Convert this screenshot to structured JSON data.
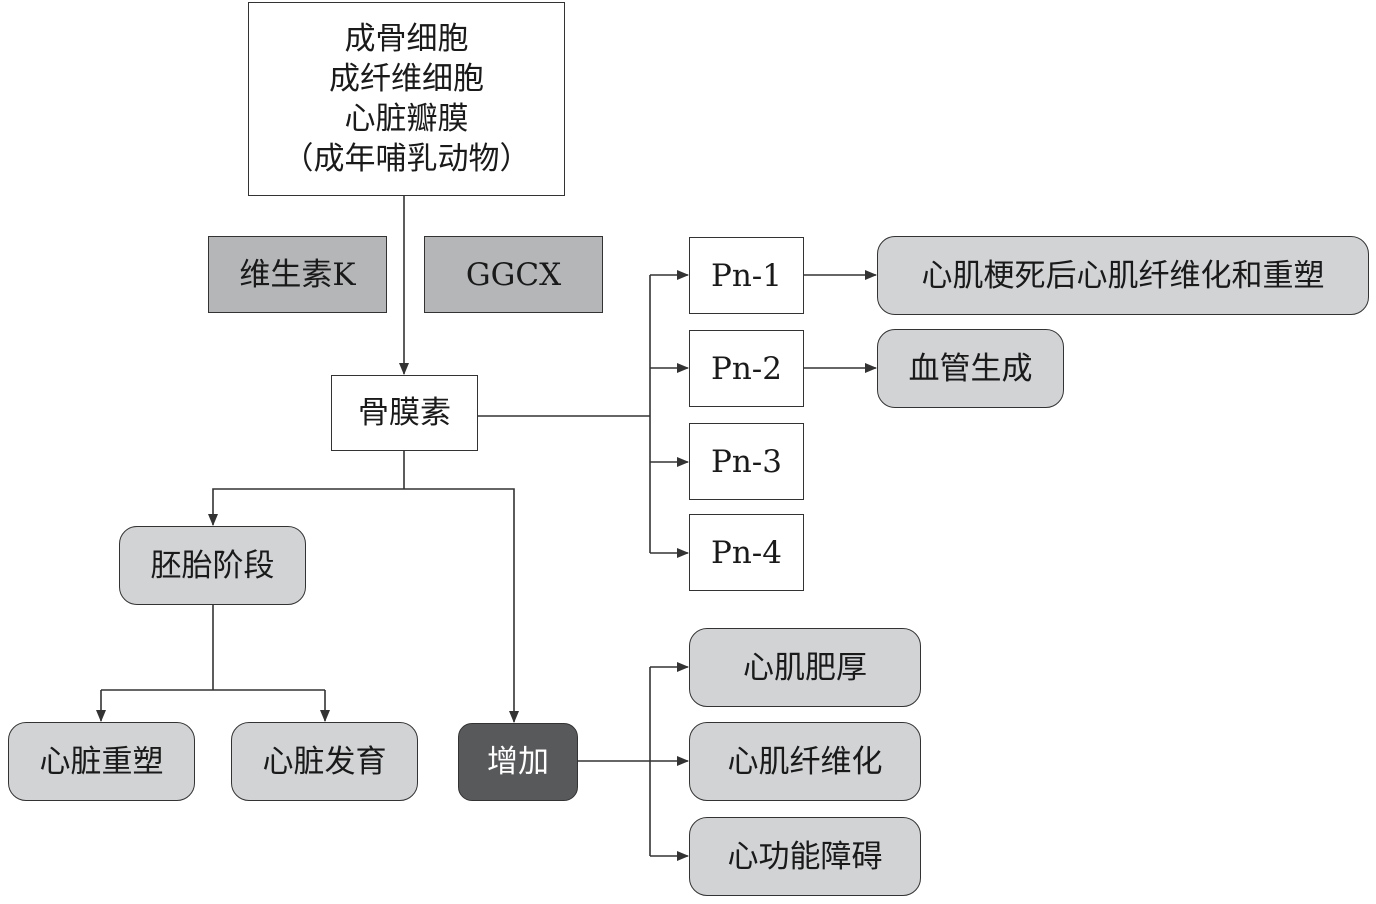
{
  "source": {
    "lines": [
      "成骨细胞",
      "成纤维细胞",
      "心脏瓣膜",
      "（成年哺乳动物）"
    ]
  },
  "factors": {
    "vitamin_k": "维生素K",
    "ggcx": "GGCX"
  },
  "periostin": "骨膜素",
  "isoforms": [
    "Pn-1",
    "Pn-2",
    "Pn-3",
    "Pn-4"
  ],
  "isoform_effects": {
    "pn1": "心肌梗死后心肌纤维化和重塑",
    "pn2": "血管生成"
  },
  "embryonic": {
    "label": "胚胎阶段",
    "outcomes": [
      "心脏重塑",
      "心脏发育"
    ]
  },
  "increase": {
    "label": "增加",
    "outcomes": [
      "心肌肥厚",
      "心肌纤维化",
      "心功能障碍"
    ]
  },
  "colors": {
    "factor_fill": "#b4b6b8",
    "outcome_fill": "#d1d3d5",
    "increase_fill": "#58595b",
    "line": "#333333"
  }
}
